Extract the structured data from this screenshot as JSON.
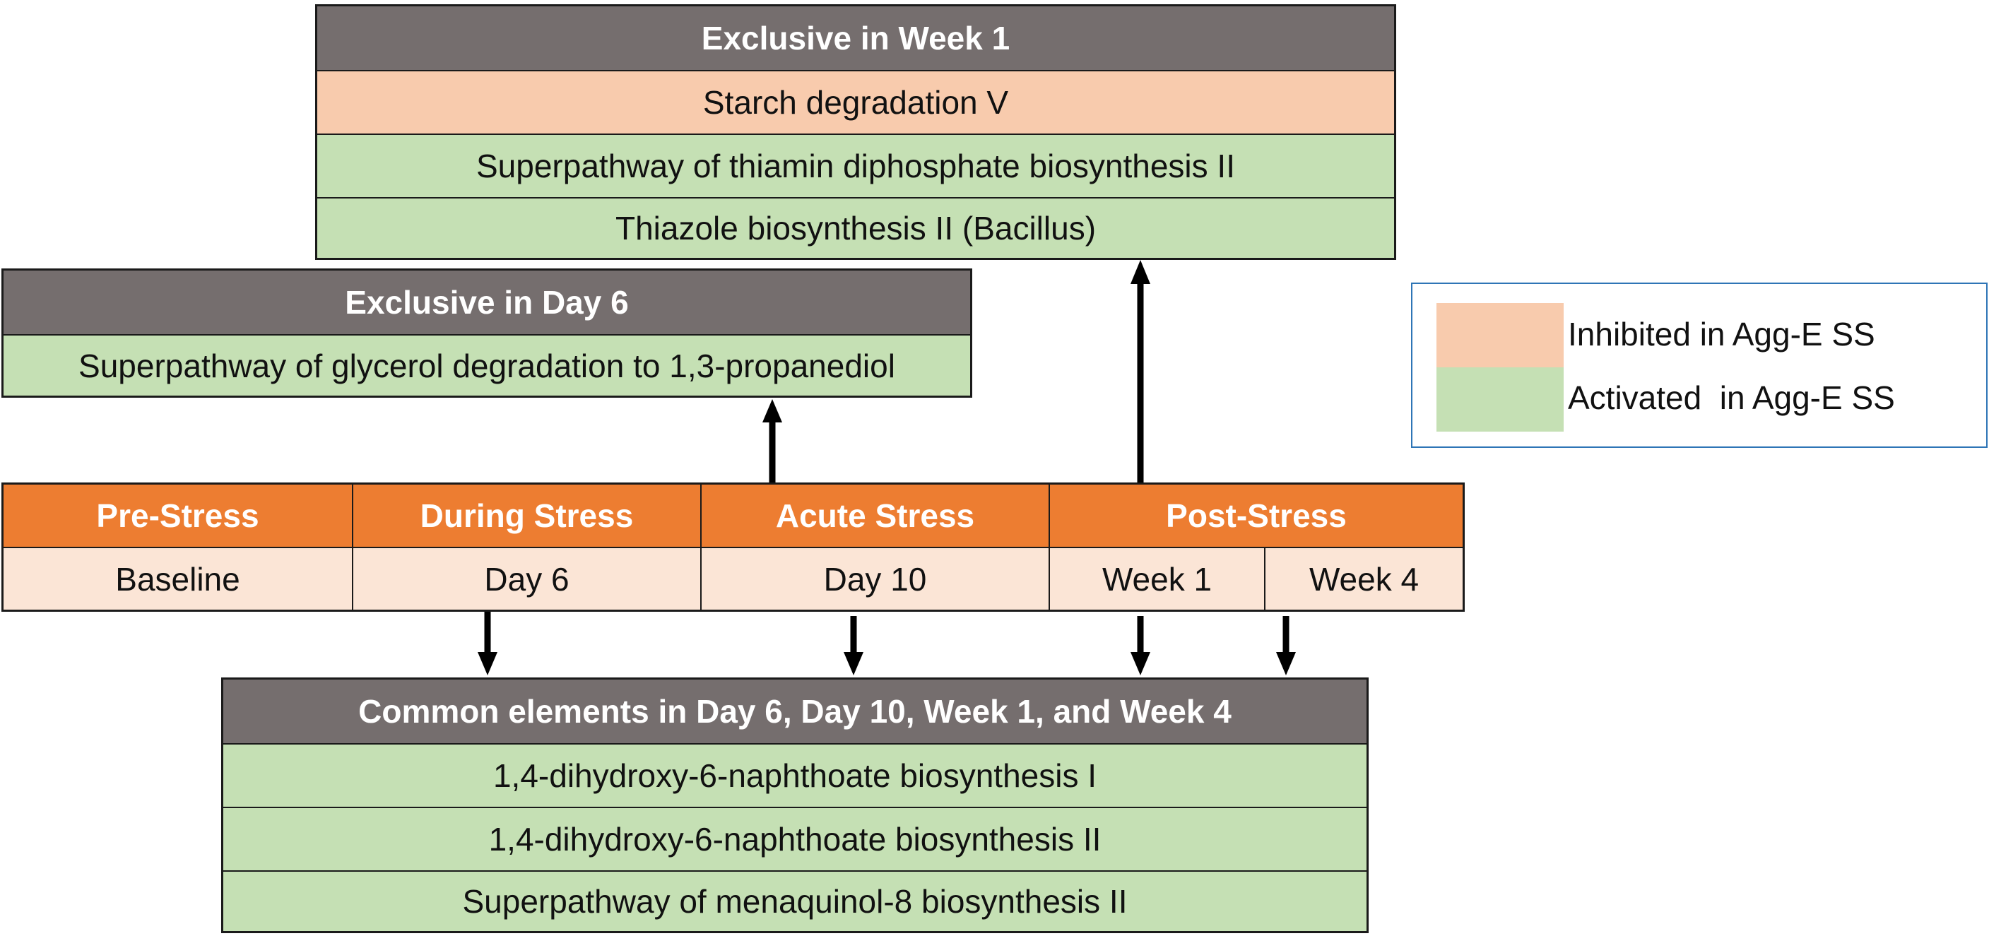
{
  "week1_box": {
    "header": "Exclusive in Week 1",
    "items": [
      {
        "label": "Starch degradation V",
        "status": "inhibited"
      },
      {
        "label": "Superpathway of thiamin diphosphate biosynthesis II",
        "status": "activated"
      },
      {
        "label": "Thiazole biosynthesis II (Bacillus)",
        "status": "activated"
      }
    ]
  },
  "day6_box": {
    "header": "Exclusive in Day 6",
    "items": [
      {
        "label": "Superpathway of glycerol degradation to 1,3-propanediol",
        "status": "activated"
      }
    ]
  },
  "legend": {
    "items": [
      {
        "label": "Inhibited in Agg-E SS",
        "color": "#f8cbad"
      },
      {
        "label": "Activated  in Agg-E SS",
        "color": "#c5e0b4"
      }
    ]
  },
  "timeline": {
    "phases": [
      "Pre-Stress",
      "During Stress",
      "Acute Stress",
      "Post-Stress"
    ],
    "timepoints": [
      "Baseline",
      "Day 6",
      "Day 10",
      "Week 1",
      "Week 4"
    ],
    "phase_color": "#ed7d31",
    "timepoint_color": "#fbe5d6"
  },
  "common_box": {
    "header": "Common elements in Day 6, Day 10, Week 1, and Week 4",
    "items": [
      {
        "label": "1,4-dihydroxy-6-naphthoate biosynthesis I",
        "status": "activated"
      },
      {
        "label": "1,4-dihydroxy-6-naphthoate biosynthesis II",
        "status": "activated"
      },
      {
        "label": "Superpathway of menaquinol-8 biosynthesis II",
        "status": "activated"
      }
    ]
  },
  "colors": {
    "header": "#756e6e",
    "inhibited": "#f8cbad",
    "activated": "#c5e0b4"
  }
}
